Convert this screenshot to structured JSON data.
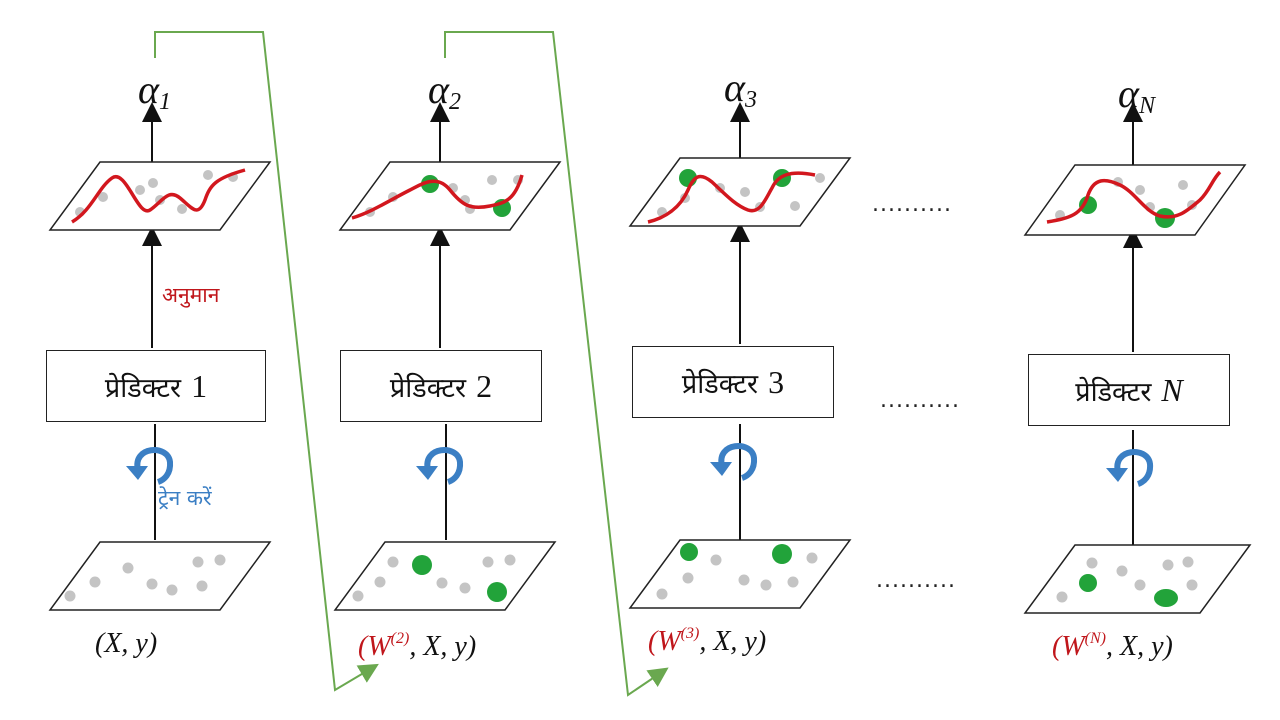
{
  "colors": {
    "curve": "#d2171e",
    "highlight": "#22a33a",
    "grey_point": "#c4c4c4",
    "arrow_blue": "#3b7fc4",
    "path_green": "#6aa84f",
    "label_red": "#c0161b"
  },
  "notes": {
    "predict": "अनुमान",
    "train": "ट्रेन करें"
  },
  "ellipsis": "..........",
  "stages": [
    {
      "alpha": "α",
      "alpha_sub": "1",
      "predictor_label": "प्रेडिक्टर",
      "predictor_num": "1",
      "caption": {
        "weights": "",
        "weights_sup": "",
        "rest": "(X, y)"
      }
    },
    {
      "alpha": "α",
      "alpha_sub": "2",
      "predictor_label": "प्रेडिक्टर",
      "predictor_num": "2",
      "caption": {
        "weights": "(W",
        "weights_sup": "(2)",
        "rest": ", X, y)"
      }
    },
    {
      "alpha": "α",
      "alpha_sub": "3",
      "predictor_label": "प्रेडिक्टर",
      "predictor_num": "3",
      "caption": {
        "weights": "(W",
        "weights_sup": "(3)",
        "rest": ", X, y)"
      }
    },
    {
      "alpha": "α",
      "alpha_sub": "N",
      "predictor_label": "प्रेडिक्टर",
      "predictor_num": "N",
      "caption": {
        "weights": "(W",
        "weights_sup": "(N)",
        "rest": ", X, y)"
      }
    }
  ]
}
